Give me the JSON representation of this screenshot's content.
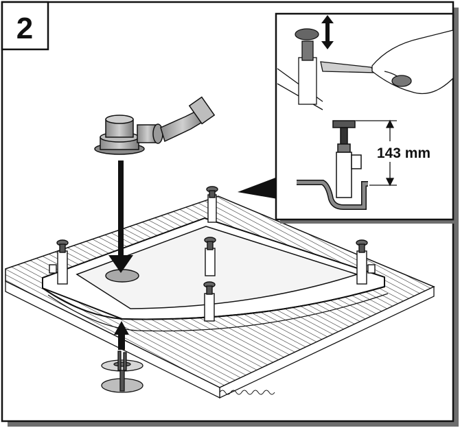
{
  "step": {
    "number": "2"
  },
  "detail": {
    "measurement": "143 mm"
  },
  "icons": [
    "frame-border",
    "step-number-badge",
    "drain-trap-assembly",
    "down-arrow-drain",
    "up-arrow-base",
    "shower-tray",
    "corrugated-floor-board",
    "adjustable-leg",
    "leg-base-plate-stack",
    "detail-callout-panel",
    "wrench-hand-icon",
    "up-down-arrow-icon",
    "dimension-line"
  ],
  "colors": {
    "frame": "#111111",
    "shadow": "#6e6e6e",
    "tray_fill": "#ffffff",
    "part_gray": "#a9a9a9",
    "dark_gray": "#555555",
    "light_gray": "#d6d6d6"
  }
}
